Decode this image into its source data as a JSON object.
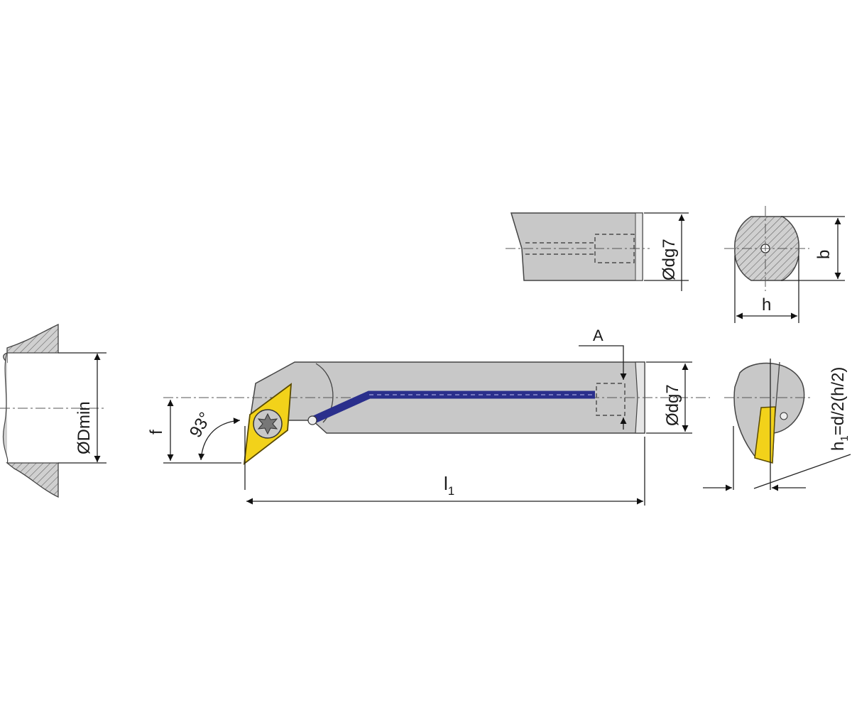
{
  "labels": {
    "dmin": "ØDmin",
    "f": "f",
    "angle": "93°",
    "l1_main": "l",
    "l1_sub": "1",
    "a": "A",
    "dg7_side": "Ødg7",
    "dg7_top": "Ødg7",
    "b": "b",
    "h": "h",
    "h1_main": "h",
    "h1_sub": "1",
    "h1_rest": "=d/2(h/2)"
  },
  "colors": {
    "body": "#c8c8c8",
    "insert": "#f2d21a",
    "coolant": "#2a2f8c",
    "hatch": "#666666"
  }
}
